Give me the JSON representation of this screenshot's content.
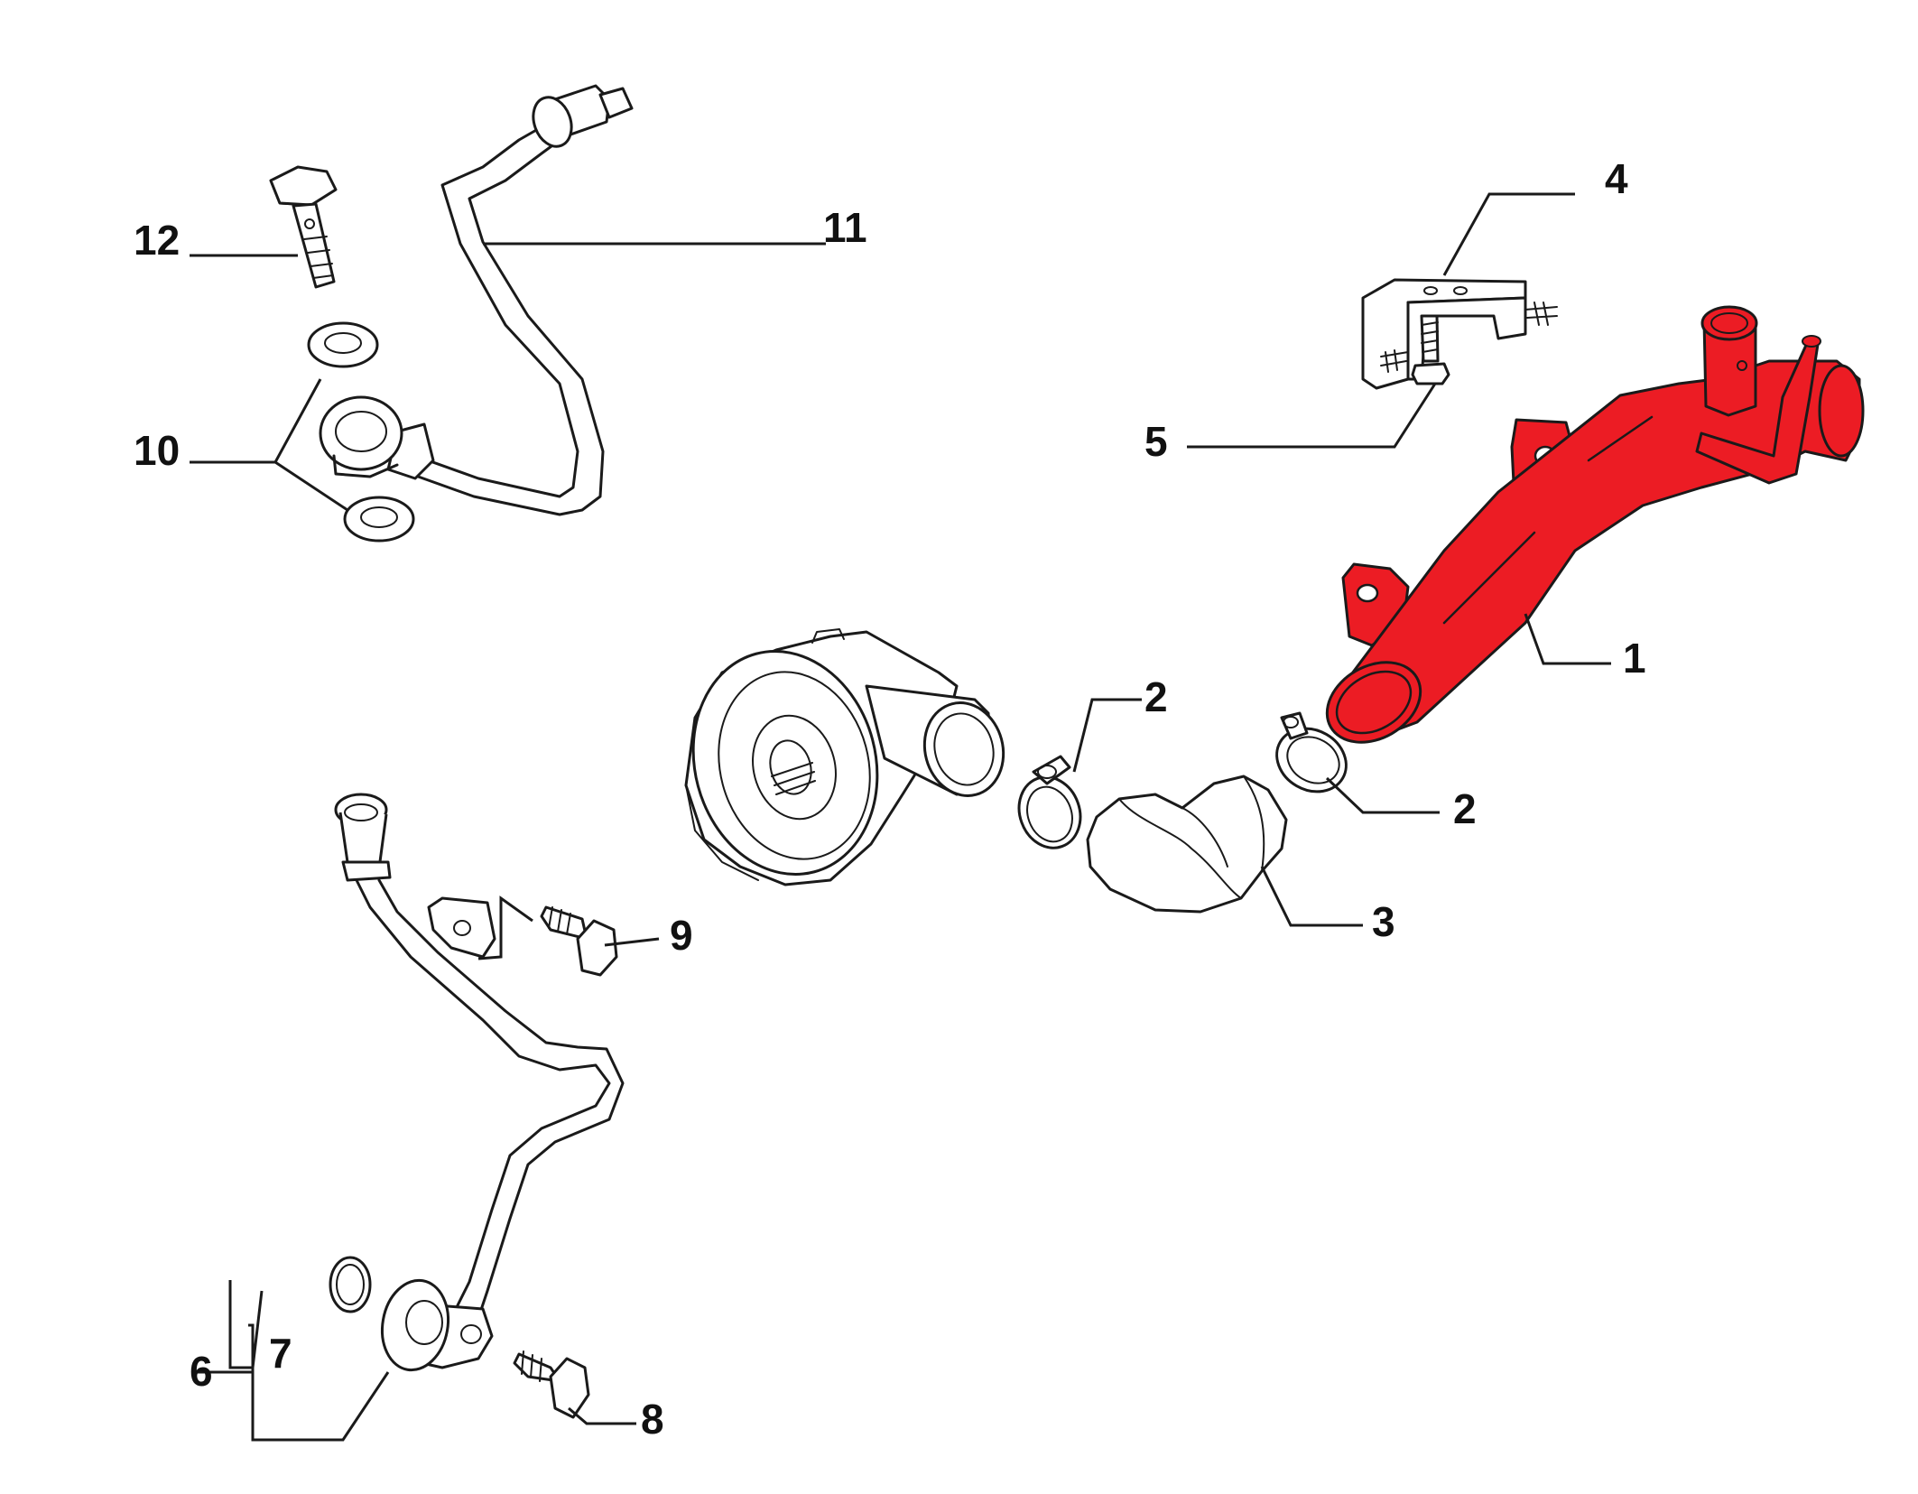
{
  "diagram": {
    "highlight_color": "#ec1c24",
    "labels": {
      "p1": "1",
      "p2a": "2",
      "p2b": "2",
      "p3": "3",
      "p4": "4",
      "p5": "5",
      "p6": "6",
      "p7": "7",
      "p8": "8",
      "p9": "9",
      "p10": "10",
      "p11": "11",
      "p12": "12"
    }
  }
}
